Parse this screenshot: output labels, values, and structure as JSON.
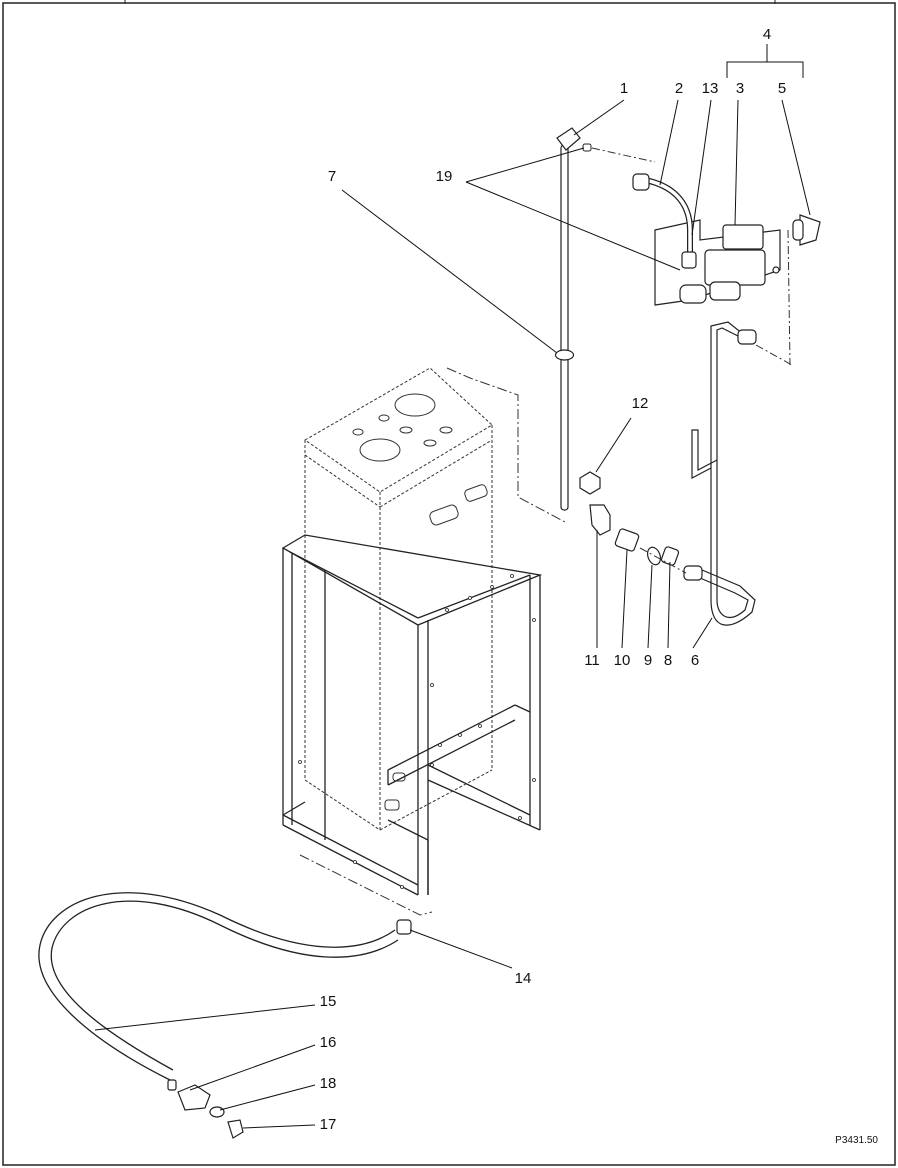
{
  "figure": {
    "figure_id": "P3431.50",
    "callouts": [
      {
        "id": "c1",
        "label": "1"
      },
      {
        "id": "c2",
        "label": "2"
      },
      {
        "id": "c13",
        "label": "13"
      },
      {
        "id": "c3",
        "label": "3"
      },
      {
        "id": "c5",
        "label": "5"
      },
      {
        "id": "c4",
        "label": "4"
      },
      {
        "id": "c7",
        "label": "7"
      },
      {
        "id": "c19",
        "label": "19"
      },
      {
        "id": "c12",
        "label": "12"
      },
      {
        "id": "c11",
        "label": "11"
      },
      {
        "id": "c10",
        "label": "10"
      },
      {
        "id": "c9",
        "label": "9"
      },
      {
        "id": "c8",
        "label": "8"
      },
      {
        "id": "c6",
        "label": "6"
      },
      {
        "id": "c14",
        "label": "14"
      },
      {
        "id": "c15",
        "label": "15"
      },
      {
        "id": "c16",
        "label": "16"
      },
      {
        "id": "c18",
        "label": "18"
      },
      {
        "id": "c17",
        "label": "17"
      }
    ]
  }
}
